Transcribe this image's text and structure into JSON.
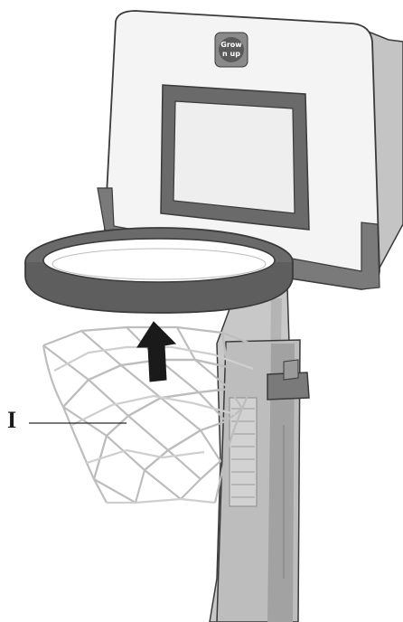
{
  "callout": {
    "label": "I"
  },
  "logo": {
    "line1": "Grow",
    "line2": "n up"
  },
  "icons": [
    "backboard",
    "hoop-rim",
    "net",
    "pole",
    "up-arrow",
    "brand-logo"
  ],
  "colors": {
    "outline": "#3a3a3a",
    "dark_grey": "#6e6e6e",
    "mid_grey": "#a9a9a9",
    "light_grey": "#d6d6d6",
    "arrow": "#1a1a1a"
  }
}
